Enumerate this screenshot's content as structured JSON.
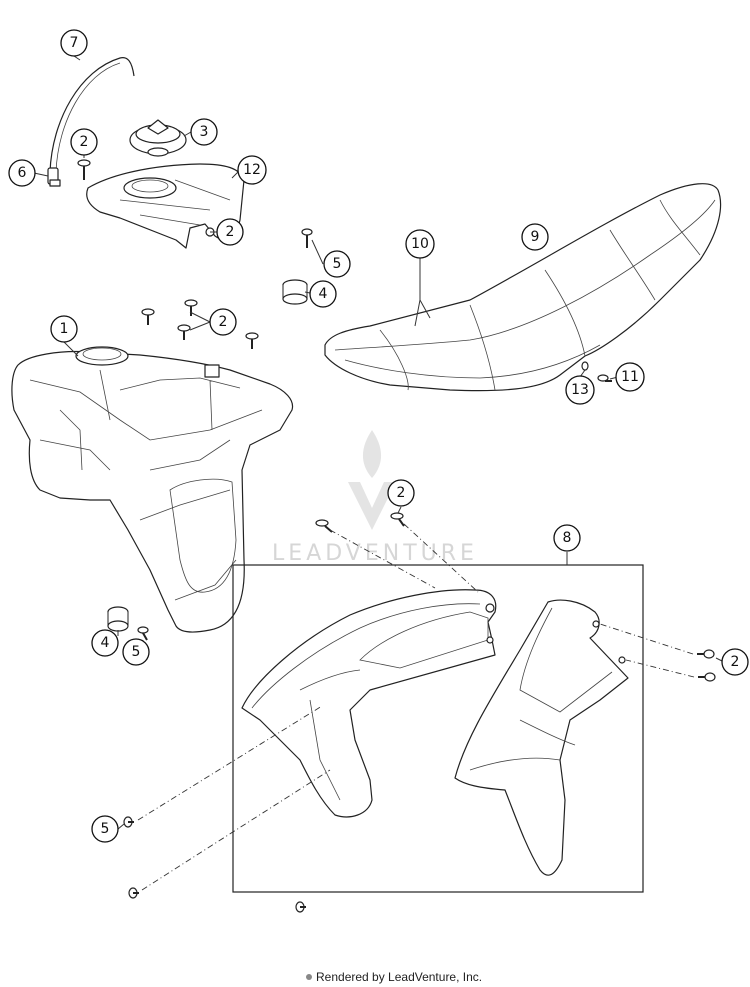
{
  "watermark": {
    "text": "LEADVENTURE"
  },
  "footer": {
    "text": "Rendered by LeadVenture, Inc."
  },
  "callouts": {
    "c1": "1",
    "c2a": "2",
    "c2b": "2",
    "c2c": "2",
    "c2d": "2",
    "c2e": "2",
    "c3": "3",
    "c4a": "4",
    "c4b": "4",
    "c5a": "5",
    "c5b": "5",
    "c5c": "5",
    "c6": "6",
    "c7": "7",
    "c8": "8",
    "c9": "9",
    "c10": "10",
    "c11": "11",
    "c12": "12",
    "c13": "13"
  }
}
